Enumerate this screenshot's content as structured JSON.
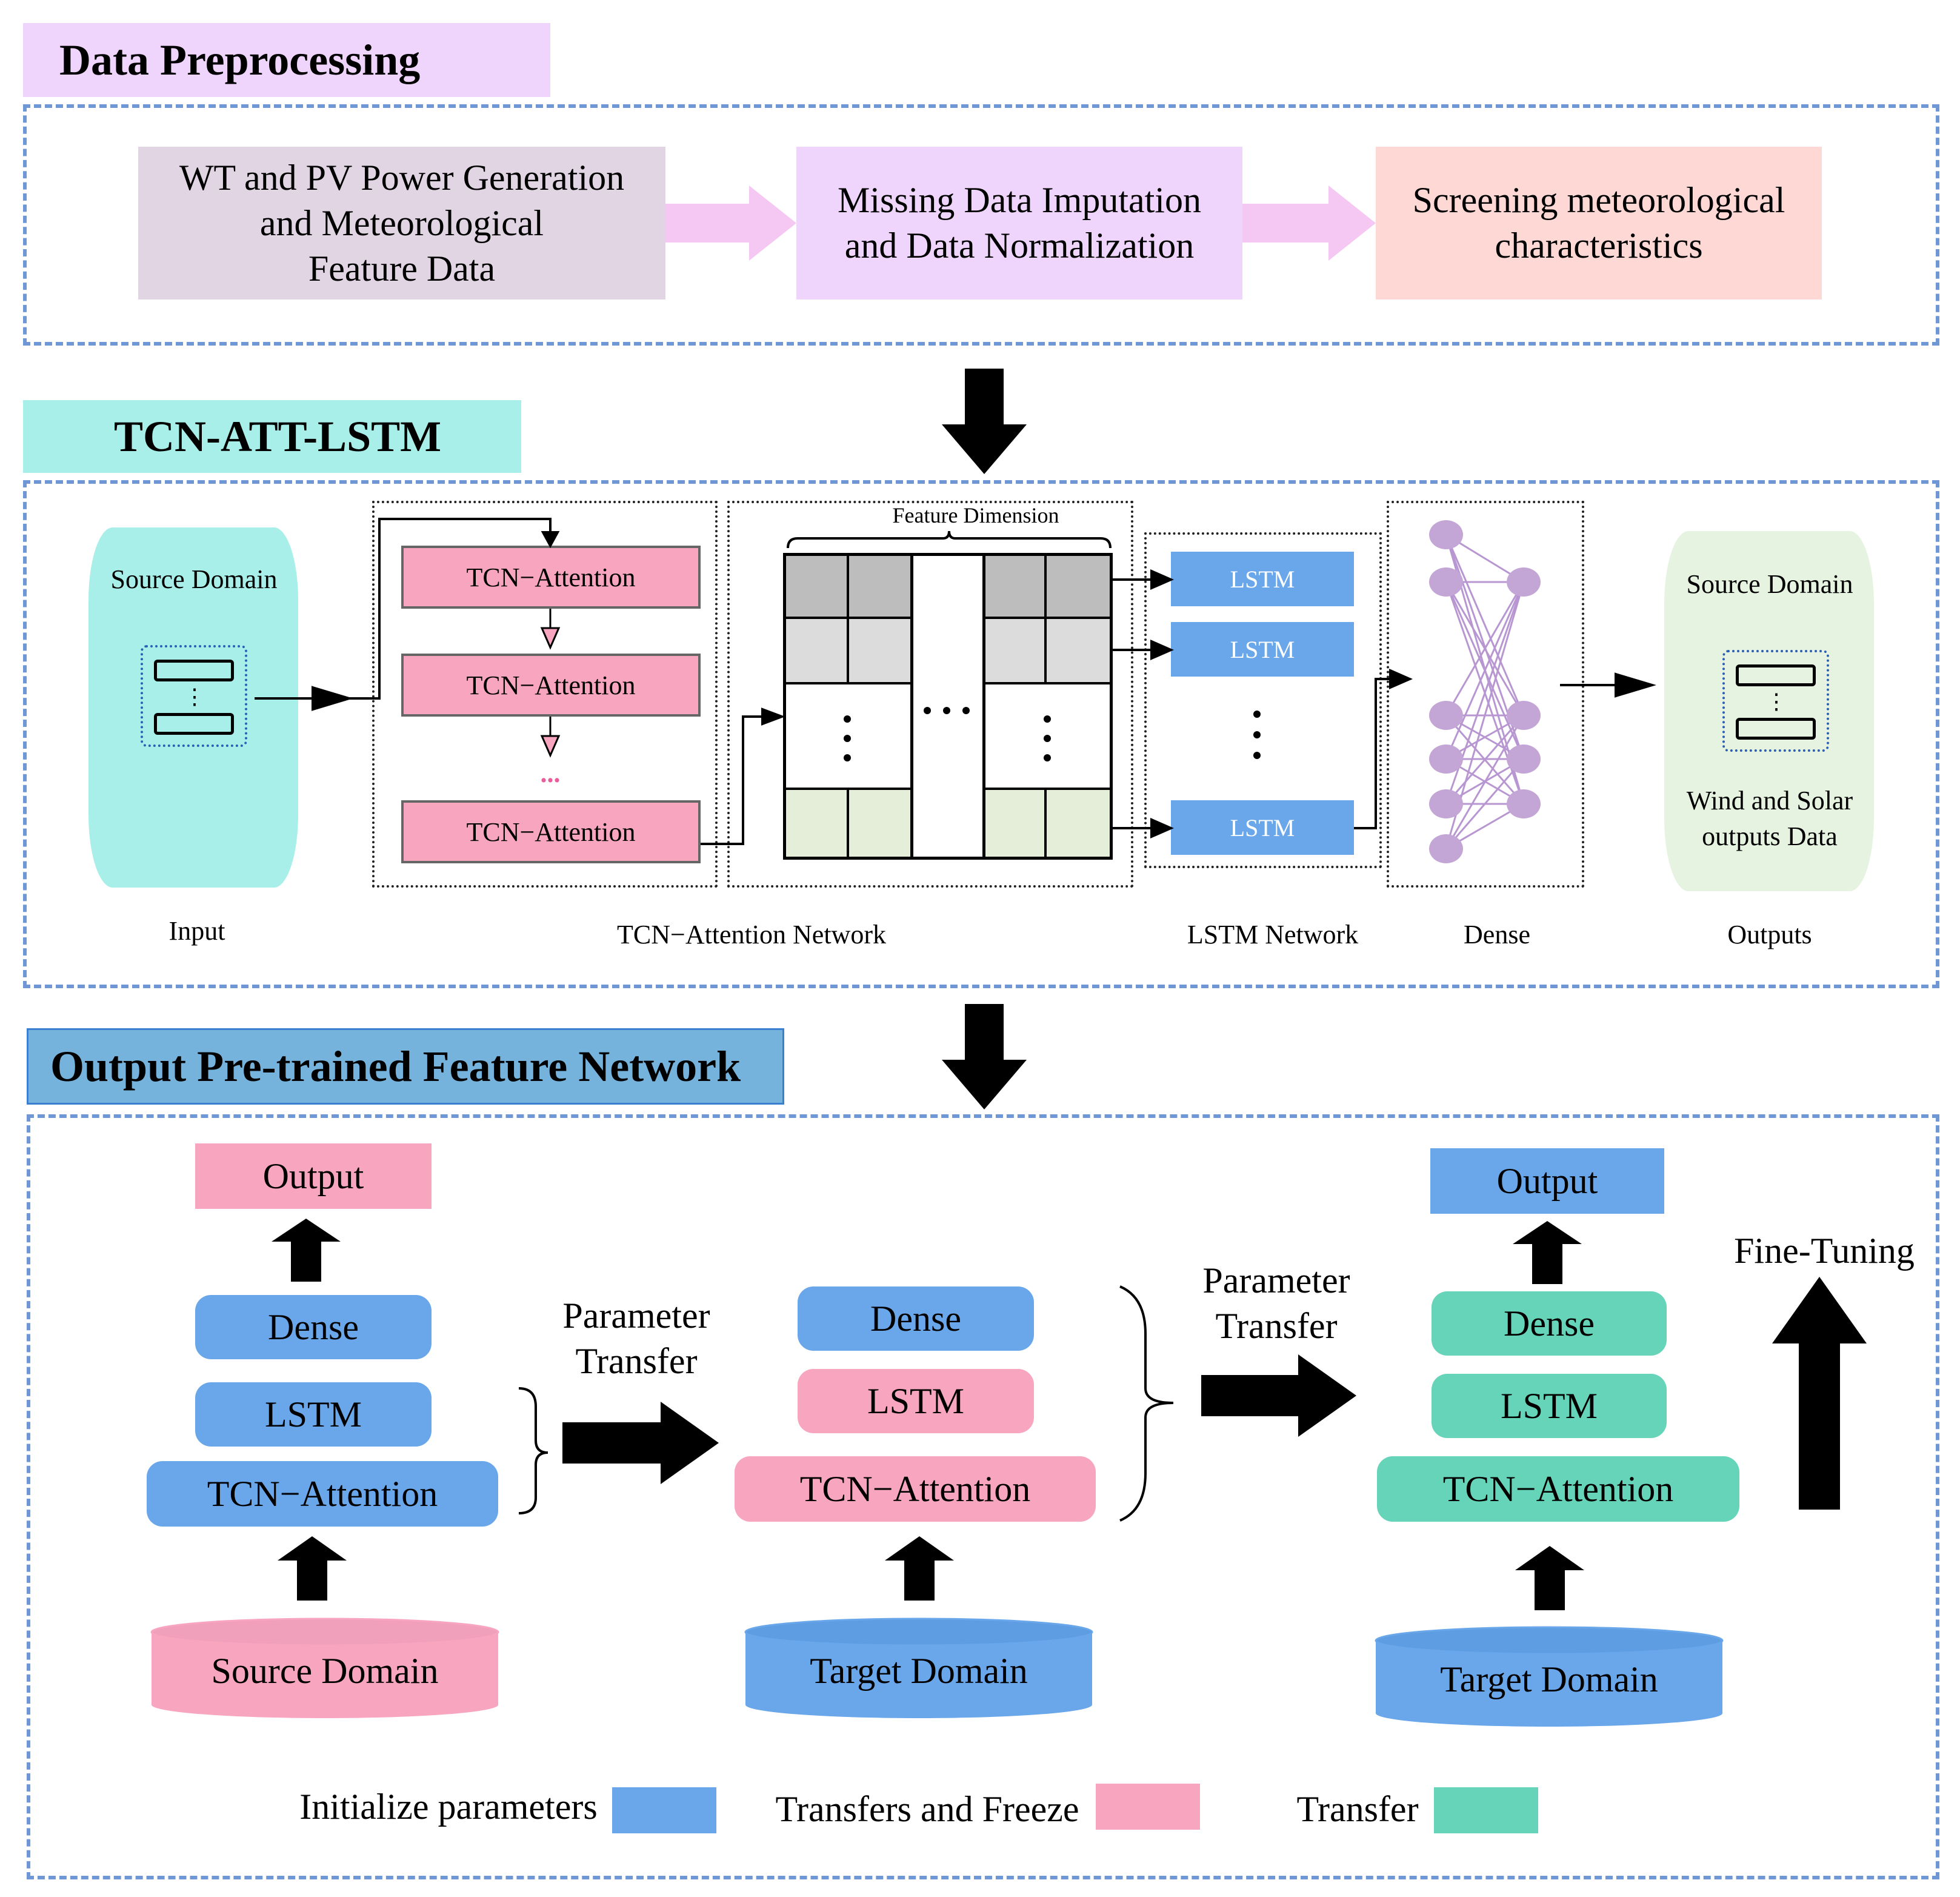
{
  "sections": {
    "preprocessing_title": "Data Preprocessing",
    "model_title": "TCN-ATT-LSTM",
    "output_title": "Output Pre-trained Feature Network"
  },
  "preprocessing": {
    "box1": [
      "WT and PV Power Generation",
      "and Meteorological",
      "Feature Data"
    ],
    "box2": [
      "Missing Data Imputation",
      "and Data Normalization"
    ],
    "box3": [
      "Screening meteorological",
      "characteristics"
    ]
  },
  "model": {
    "input_domain": "Source Domain",
    "input_label": "Input",
    "tcn_block": "TCN−Attention",
    "tcn_ellipsis": "...",
    "feature_dimension": "Feature Dimension",
    "tcn_network_label": "TCN−Attention Network",
    "lstm_cell": "LSTM",
    "lstm_network_label": "LSTM Network",
    "dense_label": "Dense",
    "output_domain": "Source Domain",
    "output_data": [
      "Wind and Solar",
      "outputs Data"
    ],
    "outputs_label": "Outputs"
  },
  "transfer": {
    "left": {
      "output": "Output",
      "dense": "Dense",
      "lstm": "LSTM",
      "tcn": "TCN−Attention",
      "domain": "Source Domain"
    },
    "middle": {
      "dense": "Dense",
      "lstm": "LSTM",
      "tcn": "TCN−Attention",
      "domain": "Target Domain"
    },
    "right": {
      "output": "Output",
      "dense": "Dense",
      "lstm": "LSTM",
      "tcn": "TCN−Attention",
      "domain": "Target Domain"
    },
    "param_transfer": [
      "Parameter",
      "Transfer"
    ],
    "fine_tuning": "Fine-Tuning"
  },
  "legend": {
    "initialize": "Initialize parameters",
    "freeze": "Transfers and Freeze",
    "transfer": "Transfer"
  },
  "colors": {
    "blue": "#6aa7ea",
    "pink": "#f8a6c0",
    "teal": "#66d4b8",
    "cyan": "#a8efe9",
    "lavender": "#efd5fb",
    "section_blue": "#76b3dc",
    "dashed_border": "#6f97d6",
    "dense_node": "#c3a5d6"
  }
}
